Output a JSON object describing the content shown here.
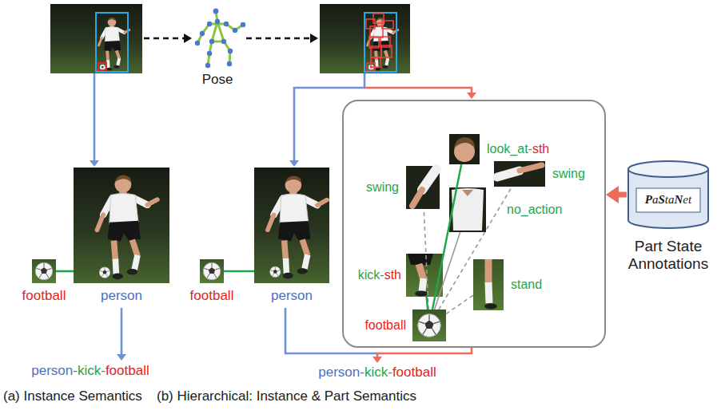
{
  "diagram": {
    "nodes": [
      {
        "text": [
          "football"
        ]
      },
      {
        "text": [
          "person"
        ]
      },
      {
        "text": [
          "football"
        ]
      },
      {
        "text": [
          "person"
        ]
      },
      {
        "text": []
      },
      {
        "text": [
          "look_at-sth"
        ],
        "in": 4
      },
      {
        "text": [
          "swing"
        ],
        "in": 4
      },
      {
        "text": [
          "swing"
        ],
        "in": 4
      },
      {
        "text": [
          "no_action"
        ],
        "in": 4
      },
      {
        "text": [
          "kick-sth"
        ],
        "in": 4
      },
      {
        "text": [
          "stand"
        ],
        "in": 4
      },
      {
        "text": [
          "football"
        ],
        "in": 4
      },
      {
        "text": [
          "PaStaNet",
          "Part State Annotations"
        ]
      }
    ],
    "edges": [
      {
        "from": 0,
        "to": 1,
        "arrow": "none"
      },
      {
        "from": 2,
        "to": 3,
        "arrow": "none"
      },
      {
        "from": 11,
        "to": 5,
        "arrow": "none"
      },
      {
        "from": 11,
        "to": 8,
        "arrow": "none"
      },
      {
        "from": 11,
        "to": 6,
        "arrow": "none"
      },
      {
        "from": 11,
        "to": 7,
        "arrow": "none"
      },
      {
        "from": 11,
        "to": 9,
        "arrow": "none"
      },
      {
        "from": 11,
        "to": 10,
        "arrow": "none"
      },
      {
        "from": 12,
        "to": 4,
        "arrow": "to"
      }
    ],
    "labels": [
      "Pose",
      "person-kick-football",
      "person-kick-football",
      "(a) Instance Semantics",
      "(b) Hierarchical: Instance & Part Semantics"
    ]
  }
}
